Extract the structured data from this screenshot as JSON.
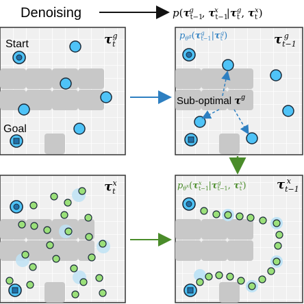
{
  "header": {
    "title": "Denoising",
    "formula": "p(τ^g_{t-1}, τ^x_{t-1} | τ^g_t, τ^x_t)"
  },
  "panels": {
    "tl": {
      "label": "τ^g_t",
      "start_label": "Start",
      "goal_label": "Goal"
    },
    "tr": {
      "label": "τ^g_{t-1}",
      "model_label": "p_{θ^g}(τ^g_{t-1} | τ^g_t)",
      "suboptimal_label": "Sub-optimal τ^g"
    },
    "bl": {
      "label": "τ^x_t"
    },
    "br": {
      "label": "τ^x_{t-1}",
      "model_label": "p_{θ^x}(τ^x_{t-1} | τ^g_{t-1}, τ^x_t)"
    }
  },
  "colors": {
    "grid_bg": "#f0f0f0",
    "grid_line": "#ffffff",
    "obstacle": "#c8c8c8",
    "blue_node": "#4fc3f7",
    "green_node": "#9be07a",
    "halo": "#bfe3f5",
    "blue_arrow": "#2d7fc1",
    "green_arrow": "#4a8c2a",
    "dark": "#1b2b3a",
    "goal_square": "#1f6fa8"
  }
}
